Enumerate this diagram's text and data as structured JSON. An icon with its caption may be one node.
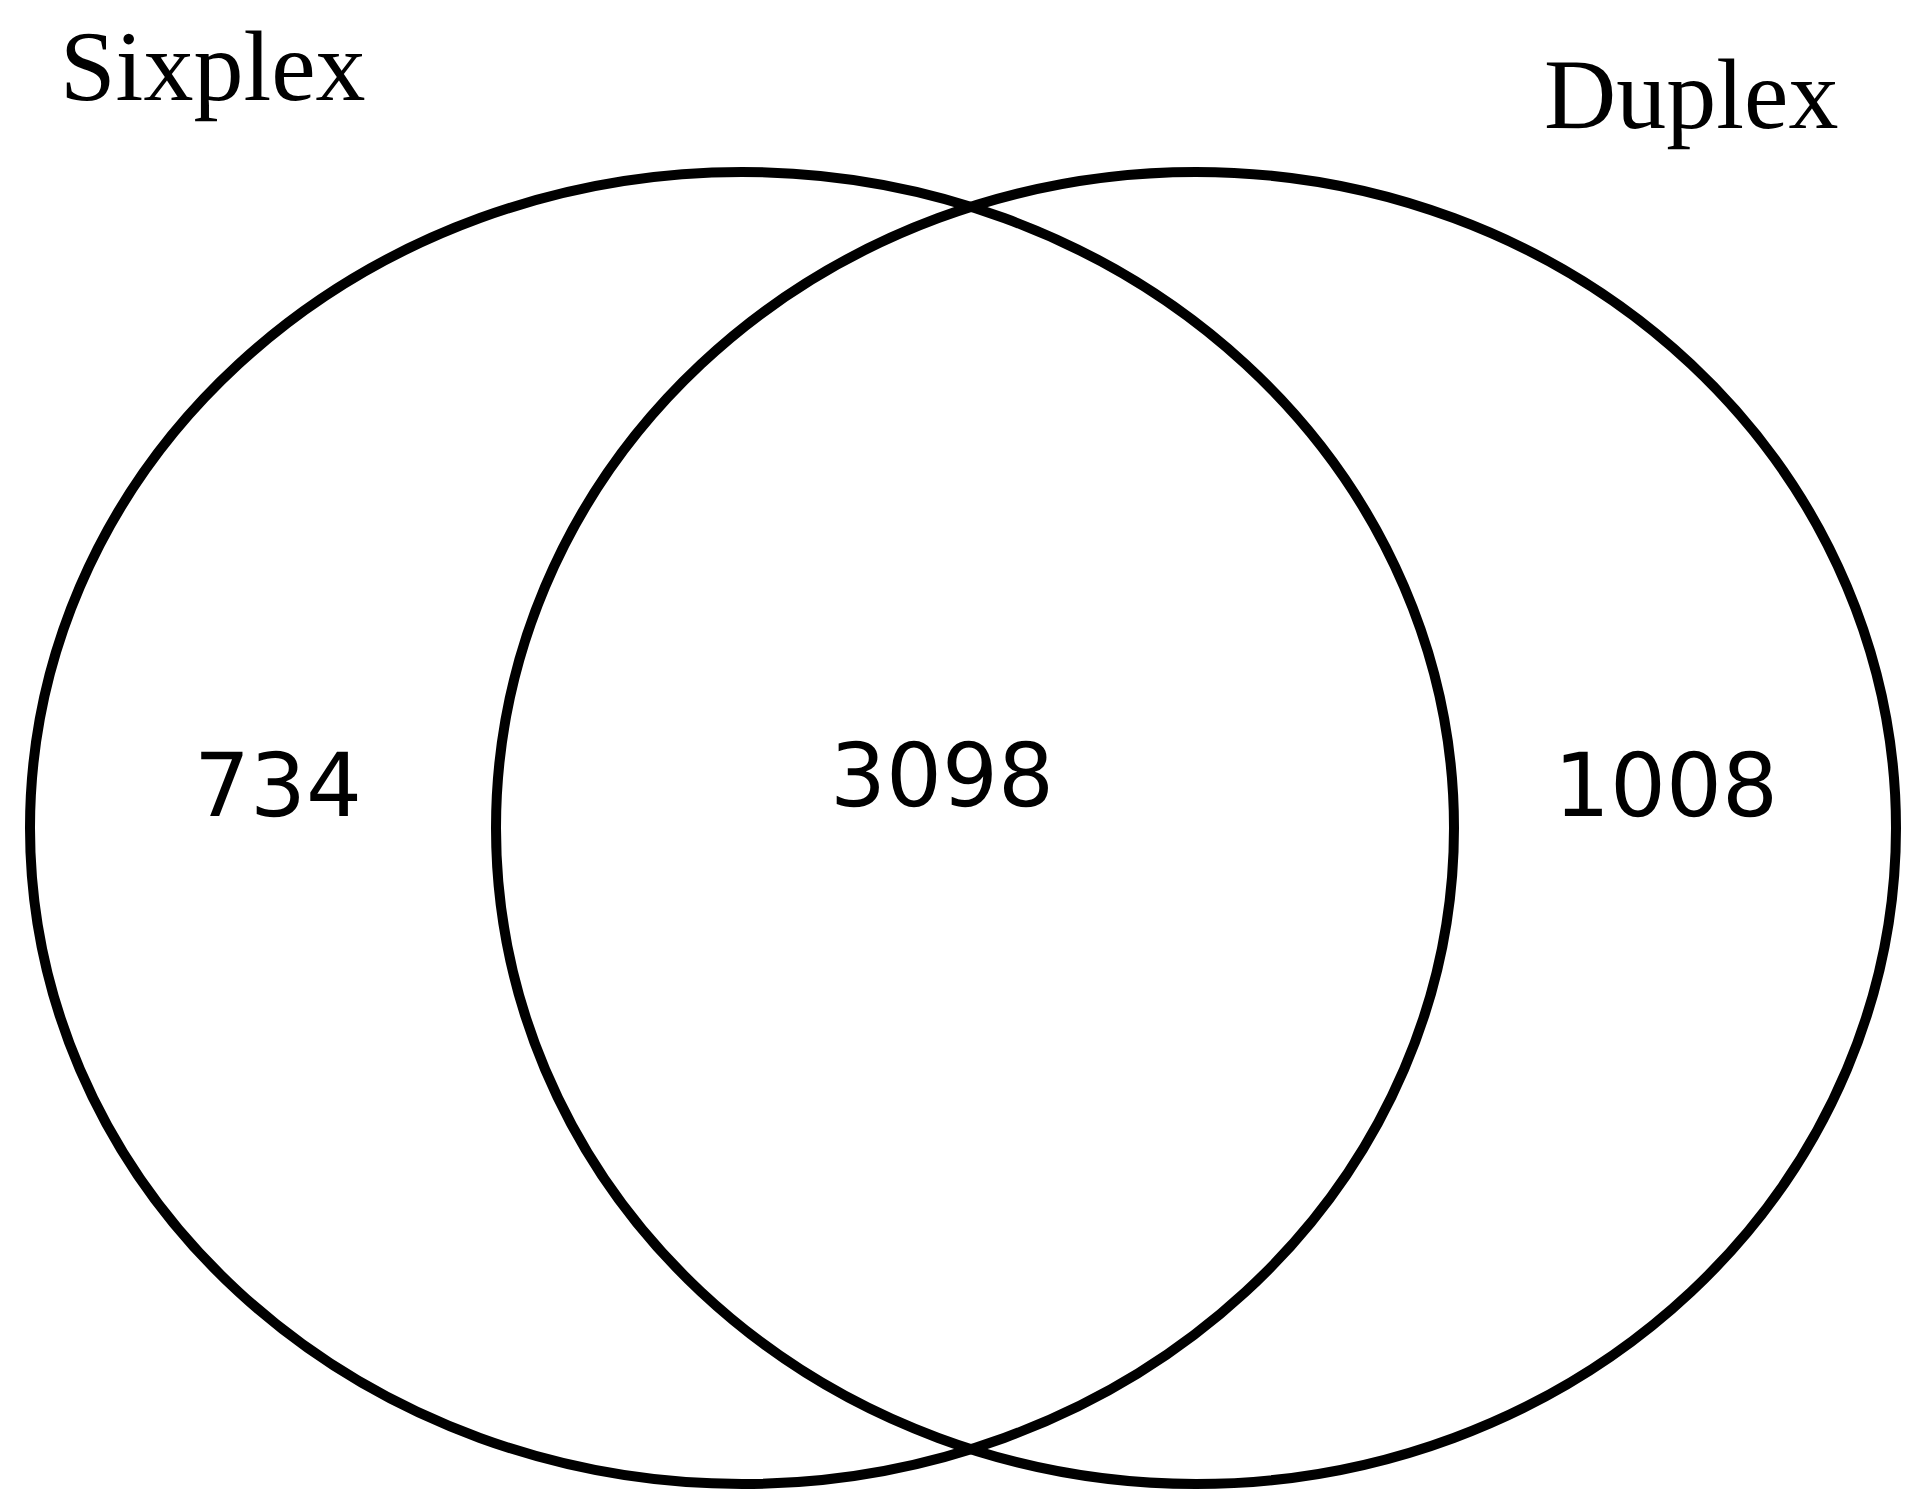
{
  "diagram": {
    "nodes": [
      {
        "text": [
          "Sixplex",
          "734"
        ]
      },
      {
        "text": [
          "Duplex",
          "1008"
        ]
      }
    ],
    "labels": [
      "3098"
    ]
  }
}
